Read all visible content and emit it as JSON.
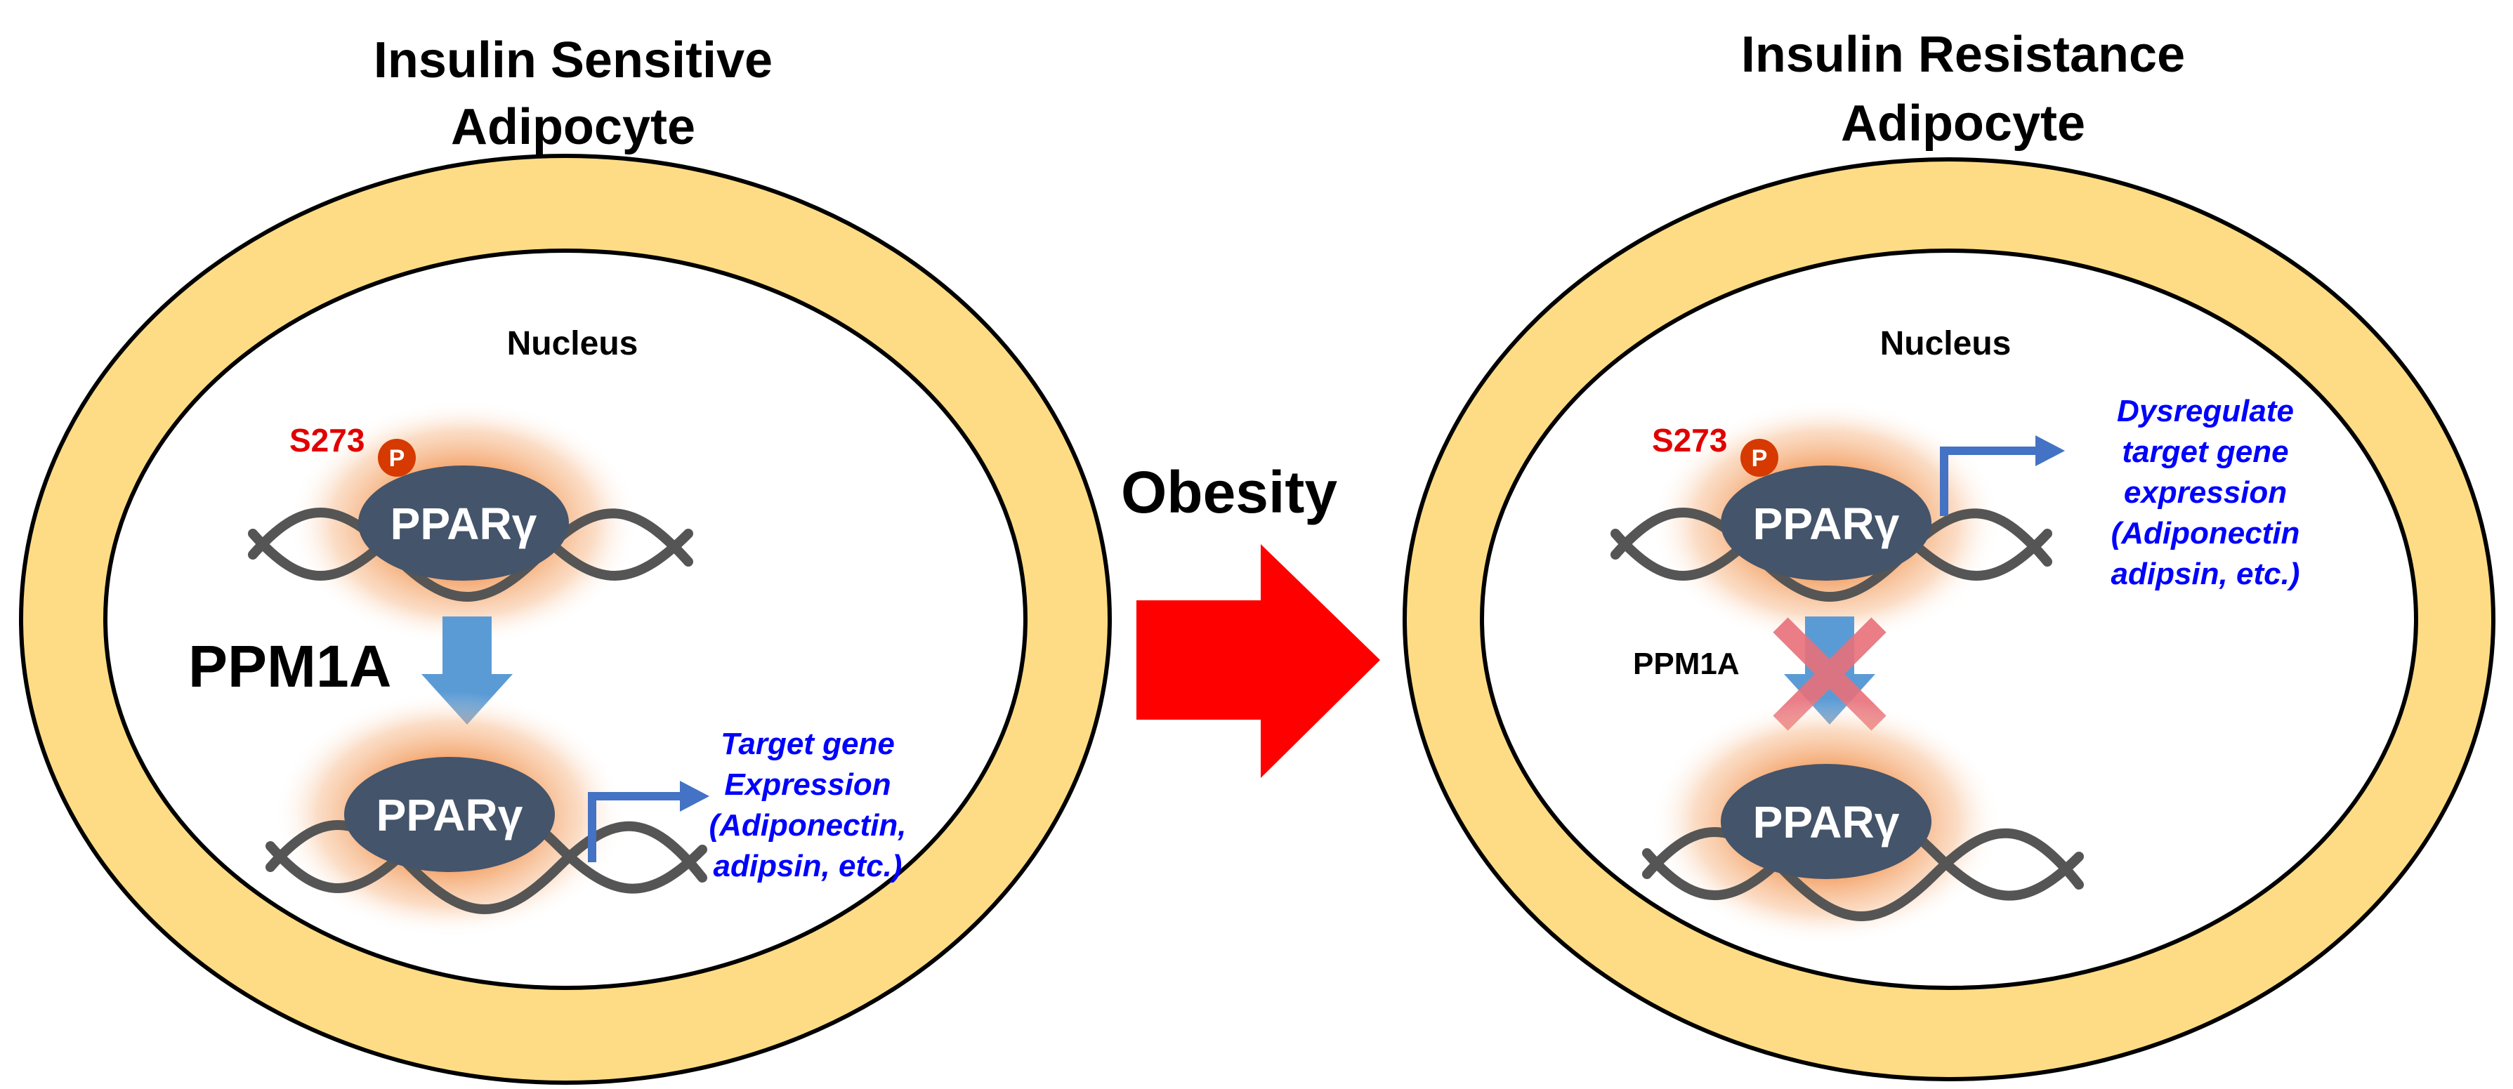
{
  "colors": {
    "cytoplasm": "#FDDC85",
    "outline": "#000000",
    "nucleus": "#FFFFFF",
    "ppar": "#44546A",
    "glow": "#F4A060",
    "dna": "#555555",
    "blue_arrow": "#5B9BD5",
    "gene_arrow": "#4472C4",
    "gene_text": "#0000FF",
    "site_red": "#E00000",
    "p_badge": "#D63A00",
    "obesity_arrow": "#FF0000",
    "cross": "#E8707A"
  },
  "left_cell": {
    "title_line1": "Insulin Sensitive",
    "title_line2": "Adipocyte",
    "nucleus_label": "Nucleus",
    "site": "S273",
    "phospho": "P",
    "ppar_top": "PPARγ",
    "enzyme": "PPM1A",
    "ppar_bottom": "PPARγ",
    "gene_lines": [
      "Target gene",
      "Expression",
      "(Adiponectin,",
      "adipsin, etc.)"
    ]
  },
  "transition": {
    "label": "Obesity"
  },
  "right_cell": {
    "title_line1": "Insulin Resistance",
    "title_line2": "Adipocyte",
    "nucleus_label": "Nucleus",
    "site": "S273",
    "phospho": "P",
    "ppar_top": "PPARγ",
    "enzyme": "PPM1A",
    "ppar_bottom": "PPARγ",
    "gene_lines": [
      "Dysregulate",
      "target gene",
      "expression",
      "(Adiponectin",
      "adipsin, etc.)"
    ]
  }
}
